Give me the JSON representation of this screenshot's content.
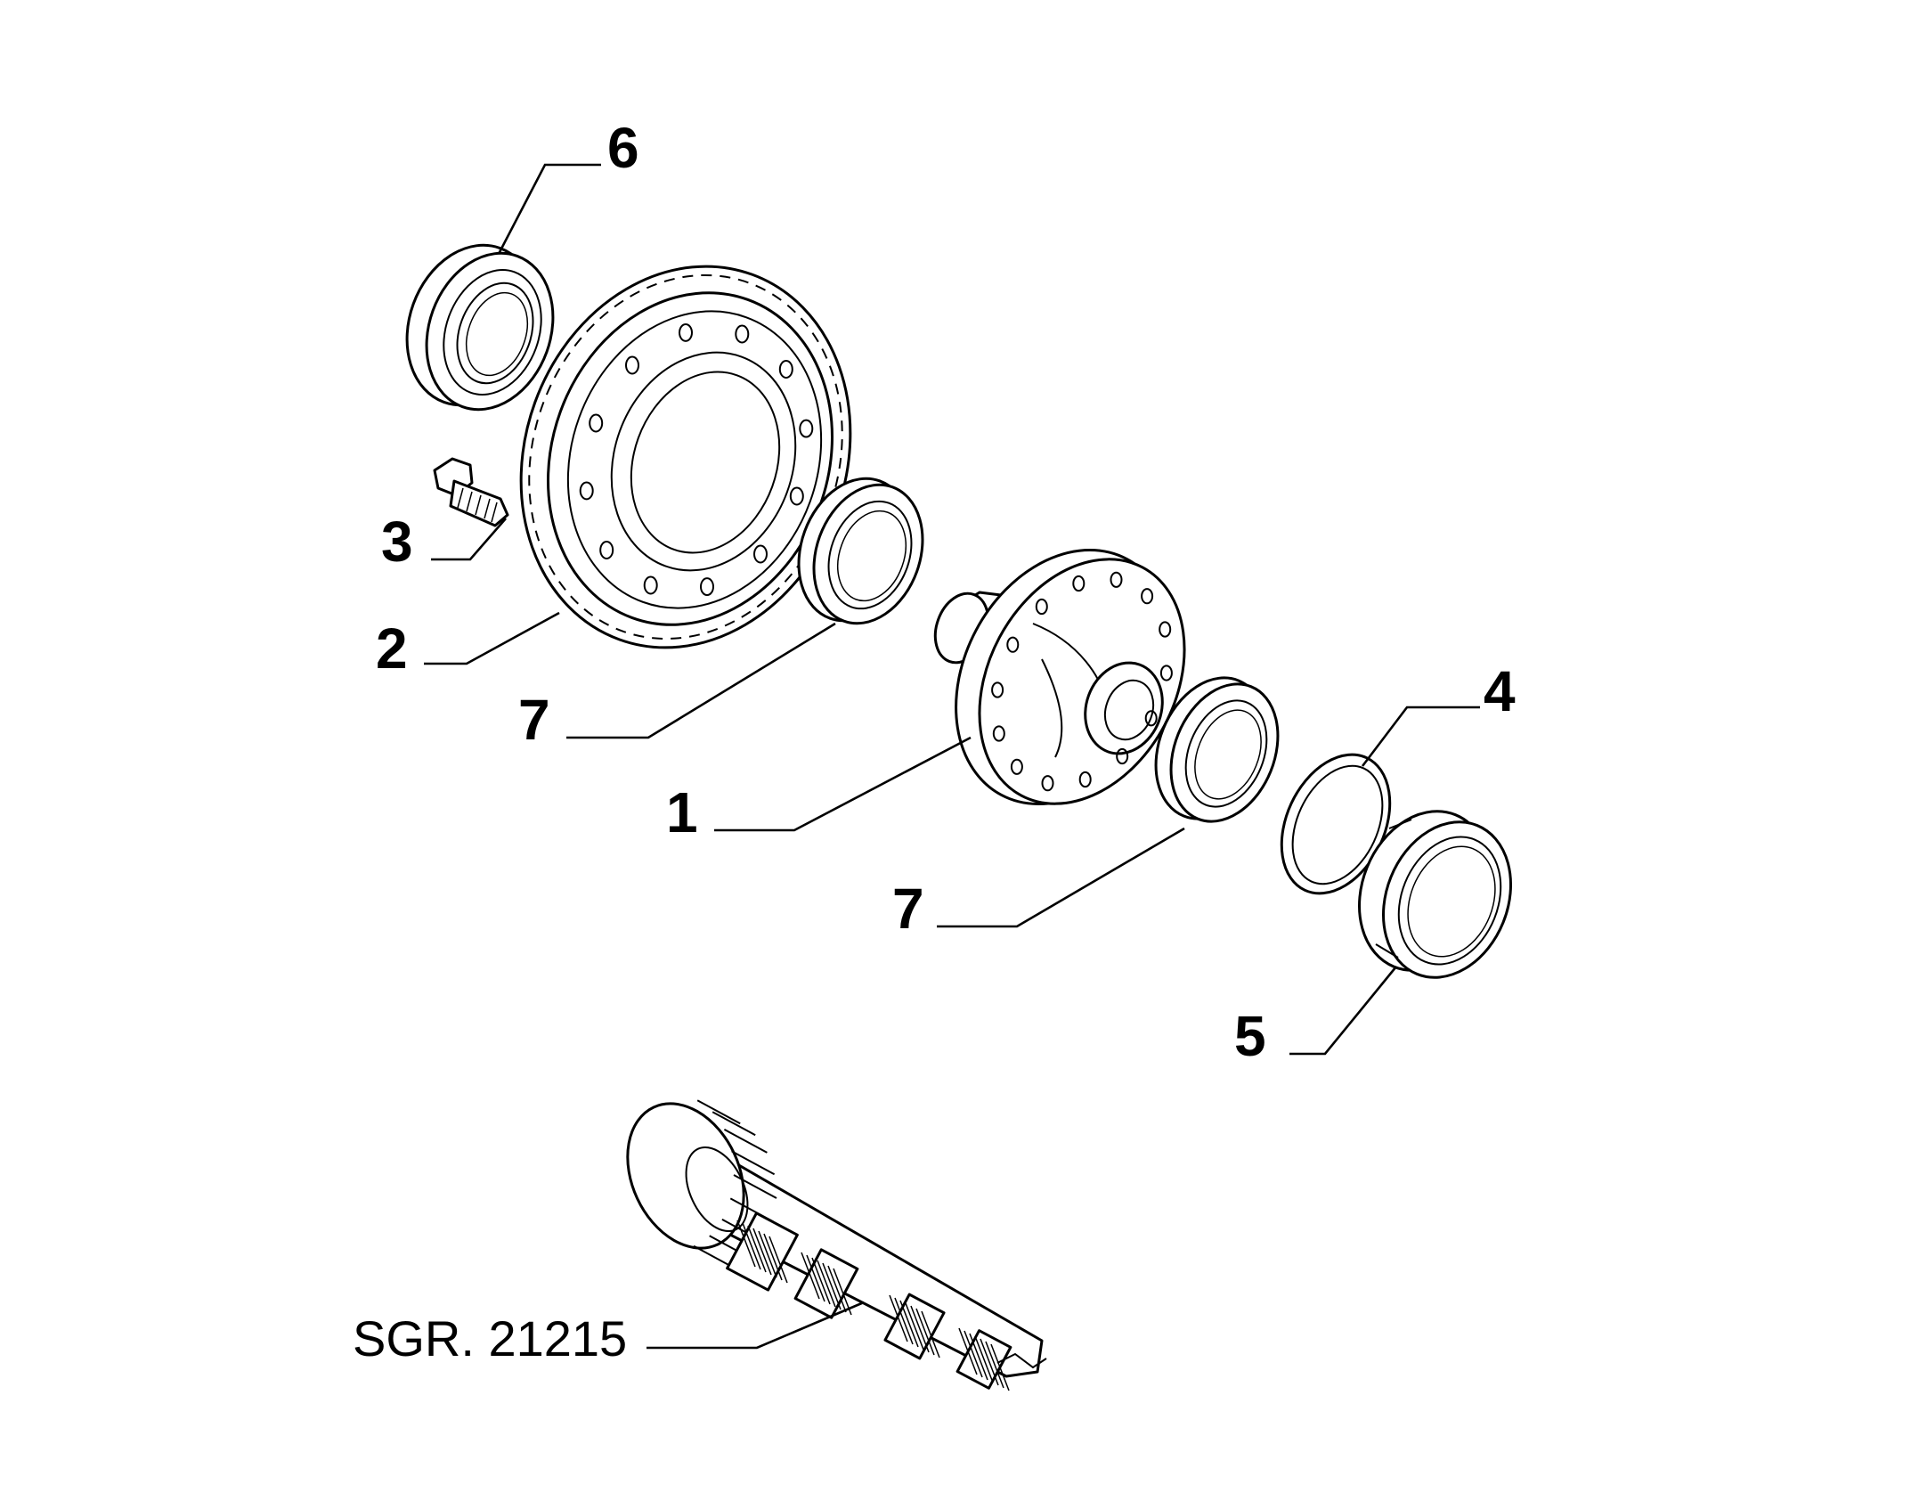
{
  "callouts": {
    "c6": "6",
    "c3": "3",
    "c2": "2",
    "c7a": "7",
    "c1": "1",
    "c4": "4",
    "c7b": "7",
    "c5": "5",
    "ref": "SGR. 21215"
  }
}
